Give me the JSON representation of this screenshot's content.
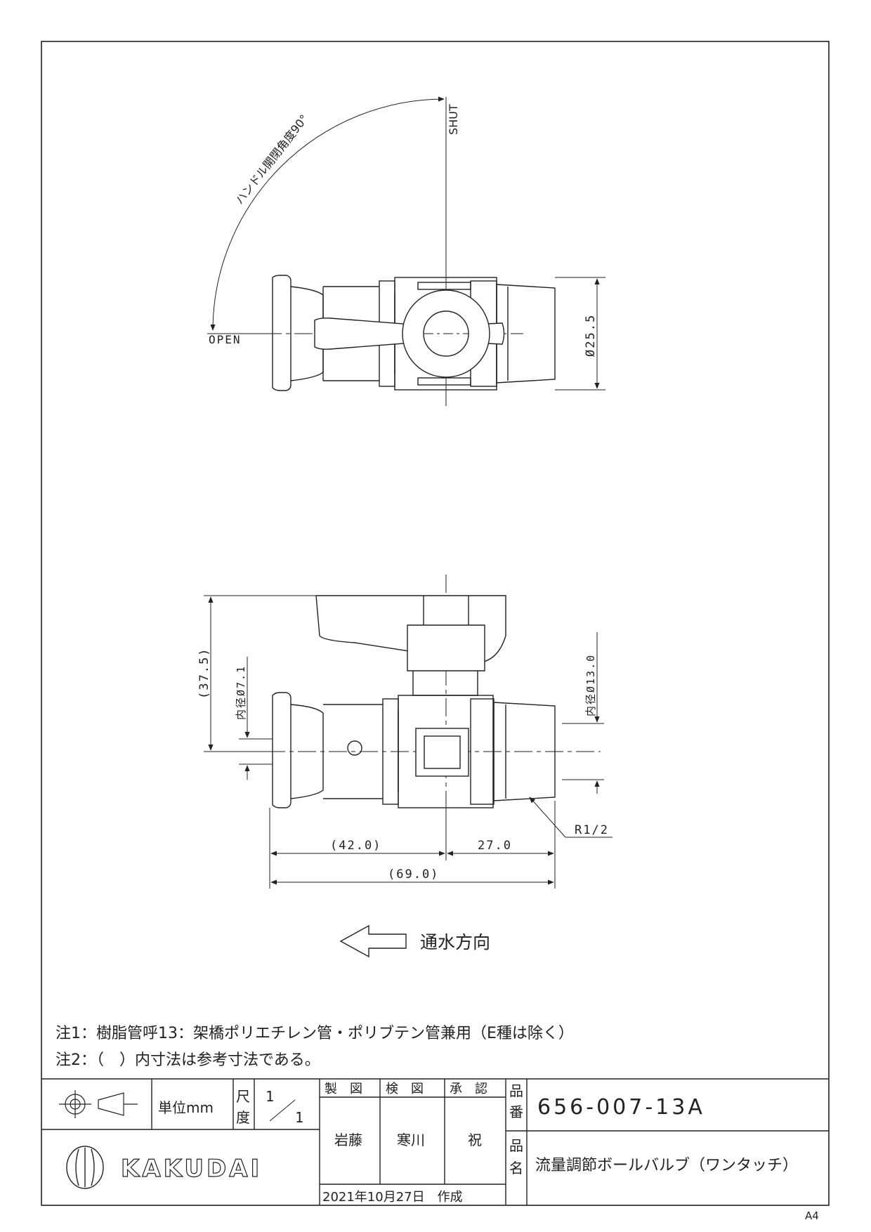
{
  "drawing": {
    "top_view": {
      "shut_label": "SHUT",
      "open_label": "OPEN",
      "angle_label": "ハンドル開閉角度90°",
      "diameter_label": "Ø25.5"
    },
    "side_view": {
      "height_label": "(37.5)",
      "inner_left_label": "内径Ø7.1",
      "inner_right_label": "内径Ø13.0",
      "thread_label": "R1/2",
      "dim_left": "(42.0)",
      "dim_right": "27.0",
      "dim_total": "(69.0)"
    },
    "flow_label": "通水方向"
  },
  "notes": [
    "注1：樹脂管呼13：架橋ポリエチレン管・ポリブテン管兼用（E種は除く）",
    "注2：（　）内寸法は参考寸法である。"
  ],
  "title_block": {
    "unit_label": "単位mm",
    "scale_label_1": "尺",
    "scale_label_2": "度",
    "scale_num": "1",
    "scale_den": "1",
    "made_header": "製　図",
    "checked_header": "検　図",
    "approved_header": "承　認",
    "made_by": "岩藤",
    "checked_by": "寒川",
    "approved_by": "祝",
    "date_label": "2021年10月27日　作成",
    "part_no_label_1": "品",
    "part_no_label_2": "番",
    "part_no": "656-007-13A",
    "part_name_label_1": "品",
    "part_name_label_2": "名",
    "part_name": "流量調節ボールバルブ（ワンタッチ）",
    "brand": "KAKUDAI"
  },
  "paper_size": "A4"
}
